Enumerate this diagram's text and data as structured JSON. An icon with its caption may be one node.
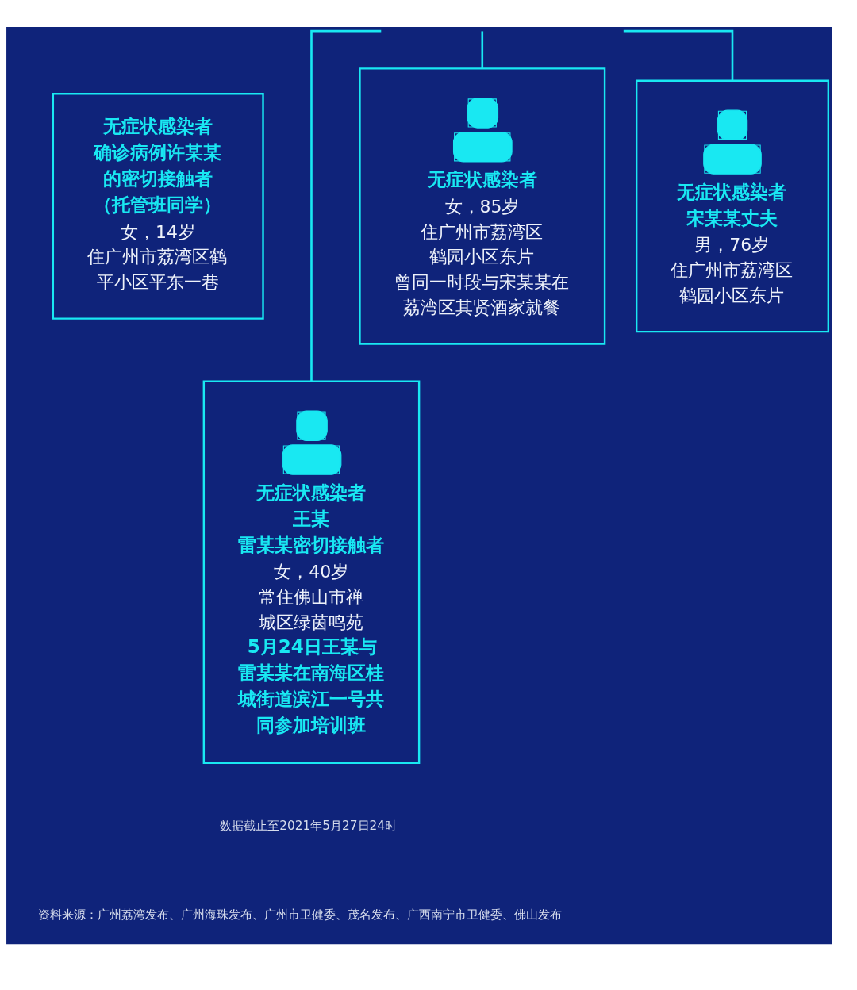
{
  "diagram": {
    "nodes": [
      {
        "text": [
          "无症状感染者",
          "确诊病例许某某的密切接触者（托管班同学）",
          "女，14岁",
          "住广州市荔湾区鹤平小区平东一巷"
        ]
      },
      {
        "text": [
          "无症状感染者",
          "女，85岁",
          "住广州市荔湾区鹤园小区东片",
          "曾同一时段与宋某某在荔湾区其贤酒家就餐"
        ]
      },
      {
        "text": [
          "无症状感染者",
          "宋某某丈夫",
          "男，76岁",
          "住广州市荔湾区鹤园小区东片"
        ]
      },
      {
        "text": [
          "无症状感染者",
          "王某",
          "雷某某密切接触者",
          "女，40岁",
          "常住佛山市禅城区绿茵鸣苑",
          "5月24日王某与雷某某在南海区桂城街道滨江一号共同参加培训班"
        ]
      }
    ],
    "edges": [
      {
        "from": null,
        "to": 1,
        "arrow": "none"
      },
      {
        "from": null,
        "to": 2,
        "arrow": "none"
      },
      {
        "from": null,
        "to": 3,
        "arrow": "none"
      }
    ],
    "labels": [
      "数据截止至2021年5月27日24时",
      "资料来源：广州荔湾发布、广州海珠发布、广州市卫健委、茂名发布、广西南宁市卫健委、佛山发布"
    ]
  }
}
